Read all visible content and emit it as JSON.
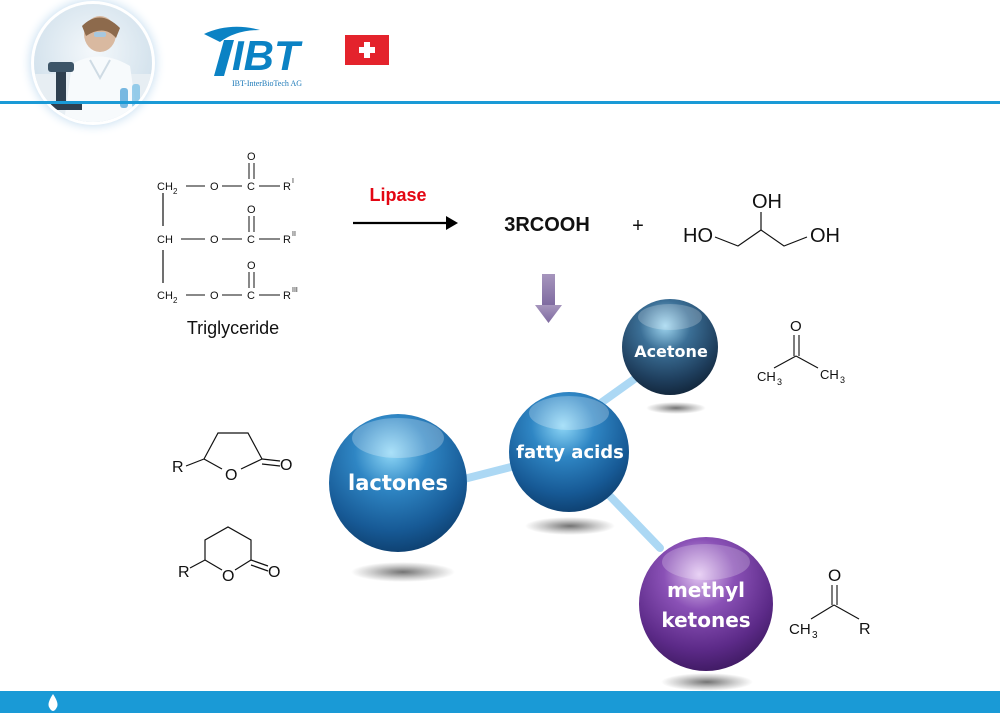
{
  "header": {
    "logo_text": "IBT",
    "company": "IBT-InterBioTech AG",
    "flag_color": "#e4232c",
    "accent_color": "#1a9ad6",
    "avatar_icon": "scientist-microscope-photo"
  },
  "reaction": {
    "reactant_label": "Triglyceride",
    "triglyceride": {
      "ch2_top": "CH",
      "ch2_sub": "2",
      "ch_mid": "CH",
      "oxygen": "O",
      "carbon": "C",
      "carbonyl_o": "O",
      "r1": "R",
      "r1_sup": "I",
      "r2": "R",
      "r2_sup": "II",
      "r3": "R",
      "r3_sup": "III"
    },
    "enzyme": "Lipase",
    "enzyme_color": "#e30613",
    "product_acid": "3RCOOH",
    "plus": "+",
    "glycerol": {
      "oh_left": "HO",
      "oh_top": "OH",
      "oh_right": "OH"
    }
  },
  "bubbles": {
    "center": "fatty acids",
    "acetone": "Acetone",
    "lactones": "lactones",
    "methyl_ketones_line1": "methyl",
    "methyl_ketones_line2": "ketones"
  },
  "structures": {
    "acetone": {
      "o": "O",
      "ch3_left": "CH",
      "ch3_left_sub": "3",
      "ch3_right": "CH",
      "ch3_right_sub": "3"
    },
    "methyl_ketone": {
      "o": "O",
      "ch3": "CH",
      "ch3_sub": "3",
      "r": "R"
    },
    "gamma_lactone": {
      "r": "R",
      "ring_o": "O",
      "carbonyl_o": "O"
    },
    "delta_lactone": {
      "r": "R",
      "ring_o": "O",
      "carbonyl_o": "O"
    }
  }
}
